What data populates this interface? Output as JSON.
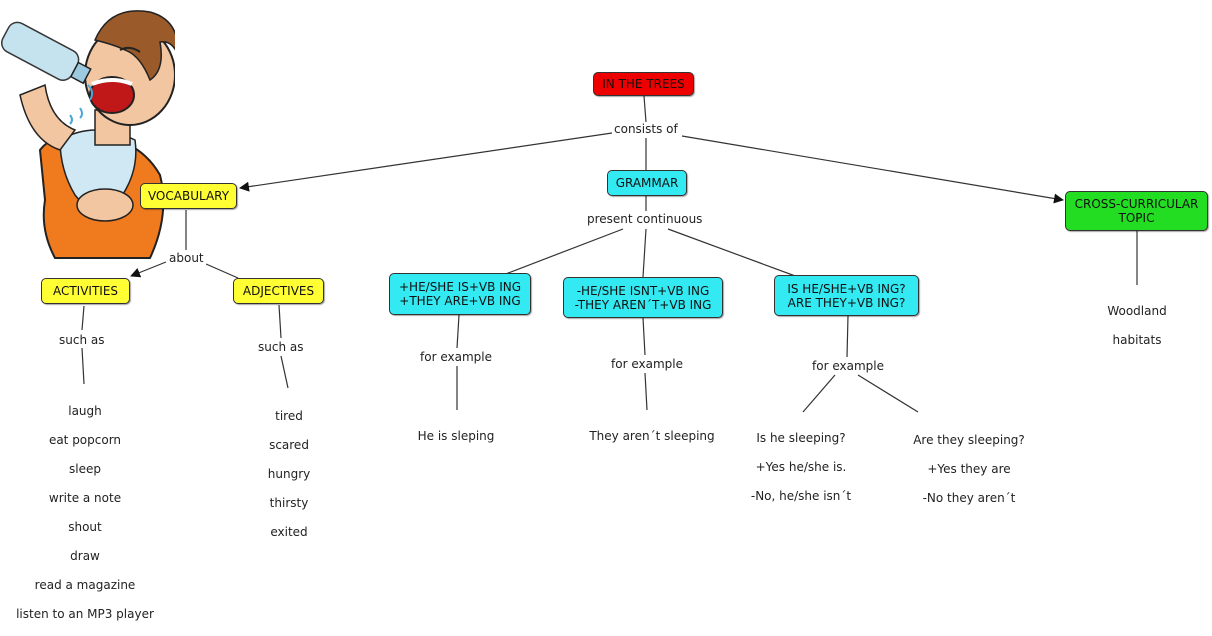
{
  "colors": {
    "root": "#ee0000",
    "vocabulary": "#ffff33",
    "grammar": "#33e9f2",
    "cross": "#22dd22",
    "line": "#333333"
  },
  "clipart": {
    "icon": "boy-drinking-water-icon"
  },
  "nodes": {
    "root": "IN THE TREES",
    "vocabulary": "VOCABULARY",
    "grammar": "GRAMMAR",
    "cross": "CROSS-CURRICULAR\nTOPIC",
    "activities": "ACTIVITIES",
    "adjectives": "ADJECTIVES",
    "affirmative": "+HE/SHE IS+VB ING\n+THEY ARE+VB ING",
    "negative": "-HE/SHE ISNT+VB ING\n-THEY AREN´T+VB ING",
    "question": "IS HE/SHE+VB ING?\nARE THEY+VB ING?"
  },
  "links": {
    "consists_of": "consists of",
    "present_continuous": "present continuous",
    "about": "about",
    "such_as_activities": "such as",
    "such_as_adjectives": "such as",
    "for_example_affirmative": "for example",
    "for_example_negative": "for example",
    "for_example_question": "for example"
  },
  "leaves": {
    "activities": [
      "laugh",
      "eat popcorn",
      "sleep",
      "write a note",
      "shout",
      "draw",
      "read a magazine",
      "listen to an MP3 player"
    ],
    "adjectives": [
      "tired",
      "scared",
      "hungry",
      "thirsty",
      "exited"
    ],
    "cross": [
      "Woodland",
      "habitats"
    ],
    "affirmative": [
      "He is sleping"
    ],
    "negative": [
      "They aren´t sleeping"
    ],
    "question_he": [
      "Is he sleeping?",
      "+Yes he/she is.",
      "-No, he/she isn´t"
    ],
    "question_they": [
      "Are they sleeping?",
      "+Yes they are",
      "-No they aren´t"
    ]
  }
}
